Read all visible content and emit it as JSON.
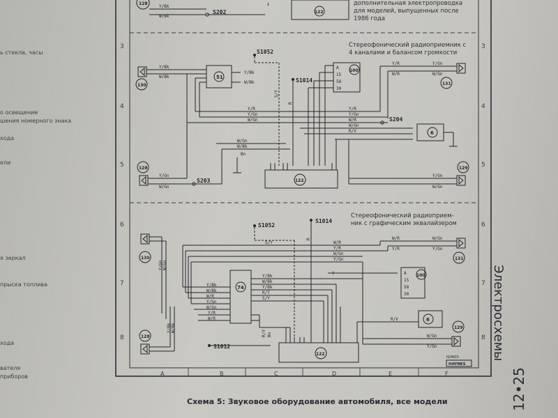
{
  "left_margin": [
    "ь стекла, часы",
    "о освещение",
    "шения номерного знака",
    "хода",
    "ели",
    "я зеркал",
    "прыска топлива",
    "хода",
    "вателя",
    "приборов"
  ],
  "row_numbers": [
    "3",
    "4",
    "5",
    "6",
    "7",
    "8"
  ],
  "row_numbers_right": [
    "3",
    "4",
    "5",
    "6",
    "7",
    "8"
  ],
  "column_labels": [
    "A",
    "B",
    "C",
    "D",
    "E",
    "F"
  ],
  "top_note": {
    "lines": [
      "дополнительная электропроводка",
      "для моделей, выпущенных после",
      "1986 года"
    ]
  },
  "section1": {
    "title_lines": [
      "Стереофонический радиоприемник с",
      "4 каналами и балансом громкости"
    ]
  },
  "section2": {
    "title_lines": [
      "Стереофонический радиоприем-",
      "ник с графическим эквалайзером"
    ]
  },
  "components": {
    "c128_top": "128",
    "c122_top": "122",
    "c130_s1": "130",
    "c51": "51",
    "c100_s1": "100",
    "c131_s1": "131",
    "c6_s1": "6",
    "c128_s1": "128",
    "c122_s1": "122",
    "c129_s1": "129",
    "c130_s2": "130",
    "c74": "74",
    "c100_s2": "100",
    "c131_s2": "131",
    "c6_s2": "6",
    "c128_s2": "128",
    "c129_s2": "129",
    "c122_s2": "122"
  },
  "splices": {
    "s202": "S202",
    "s1052_a": "S1052",
    "s1014_a": "S1014",
    "s204": "S204",
    "s203": "S203",
    "s1052_b": "S1052",
    "s1014_b": "S1014",
    "s1012": "S1012"
  },
  "pins": {
    "a": "A",
    "p15": "15",
    "p58": "58",
    "p30": "30"
  },
  "wires": {
    "y_bk": "Y/Bk",
    "w_bk": "W/Bk",
    "y_gn": "Y/Gn",
    "w_gn": "W/Gn",
    "y_r": "Y/R",
    "w_r": "W/R",
    "r_v": "R/V",
    "s_y": "S/Y",
    "r_t": "R/T",
    "bn": "Bn",
    "r": "R",
    "y": "Y"
  },
  "stamp": {
    "code": "H24815",
    "brand": "HAYNES"
  },
  "side_title": "Электросхемы",
  "page_number": "12•25",
  "caption": "Схема 5: Звуковое оборудование автомобиля, все модели"
}
